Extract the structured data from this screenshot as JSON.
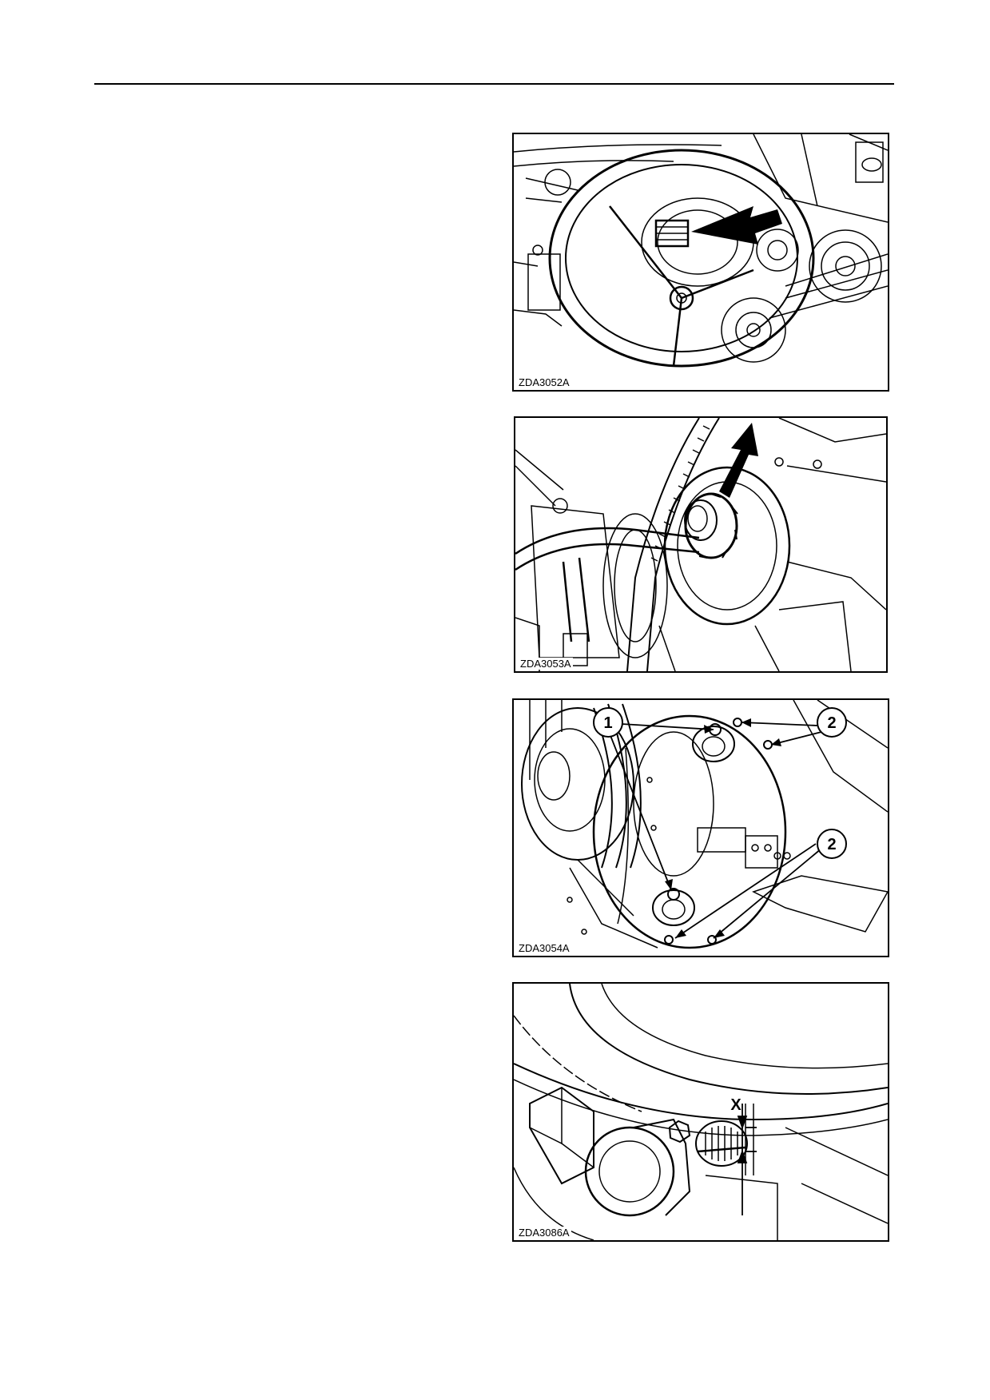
{
  "figures": [
    {
      "code": "ZDA3052A"
    },
    {
      "code": "ZDA3053A"
    },
    {
      "code": "ZDA3054A",
      "callouts": [
        "1",
        "2",
        "2"
      ]
    },
    {
      "code": "ZDA3086A",
      "dimension_label": "X"
    }
  ],
  "colors": {
    "line": "#000000",
    "background": "#ffffff"
  }
}
